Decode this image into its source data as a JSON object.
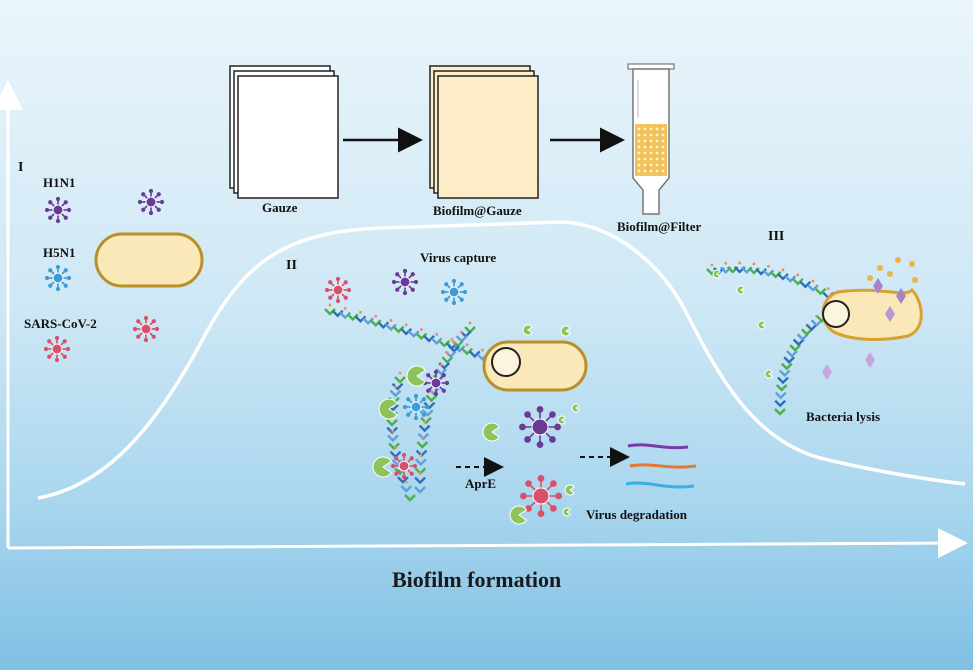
{
  "labels": {
    "section_1": "I",
    "section_2": "II",
    "section_3": "III",
    "h1n1": "H1N1",
    "h5n1": "H5N1",
    "sars": "SARS-CoV-2",
    "gauze": "Gauze",
    "biofilm_gauze": "Biofilm@Gauze",
    "biofilm_filter": "Biofilm@Filter",
    "virus_capture": "Virus capture",
    "apre": "AprE",
    "virus_degradation": "Virus degradation",
    "bacteria_lysis": "Bacteria lysis",
    "x_axis": "Biofilm formation"
  },
  "colors": {
    "purple_virus": "#6a3a96",
    "blue_virus": "#3d9bd6",
    "pink_virus": "#d9506a",
    "bacterium_fill": "#fbe8b8",
    "bacterium_stroke": "#b8902a",
    "enzyme": "#8ec35a",
    "fiber_blue": "#2f6fb8",
    "curve": "#ffffff"
  }
}
